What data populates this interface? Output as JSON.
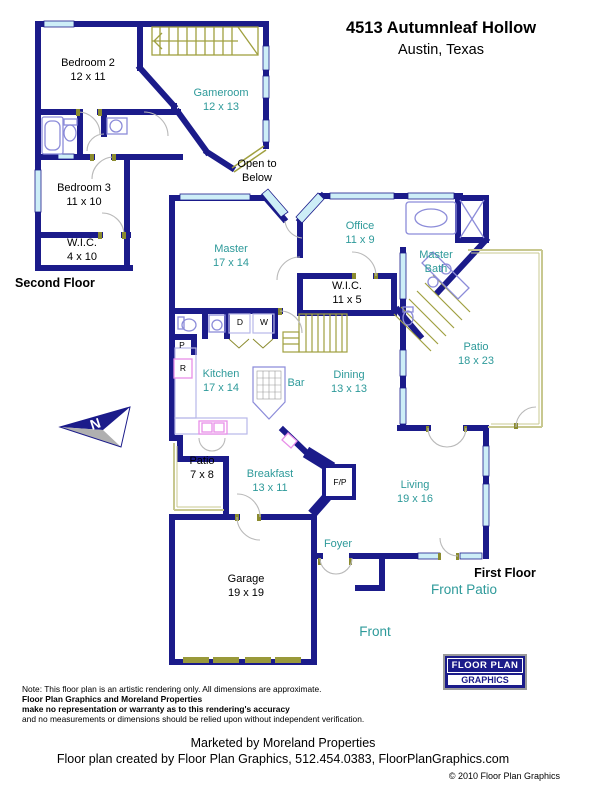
{
  "header": {
    "address": "4513 Autumnleaf Hollow",
    "city": "Austin, Texas"
  },
  "second_floor": {
    "floor_label": "Second Floor",
    "rooms": {
      "bedroom2": {
        "name": "Bedroom 2",
        "dims": "12 x 11"
      },
      "gameroom": {
        "name": "Gameroom",
        "dims": "12 x 13"
      },
      "bedroom3": {
        "name": "Bedroom 3",
        "dims": "11 x 10"
      },
      "wic": {
        "name": "W.I.C.",
        "dims": "4 x 10"
      }
    },
    "open_to_below": {
      "line1": "Open to",
      "line2": "Below"
    }
  },
  "first_floor": {
    "floor_label": "First Floor",
    "rooms": {
      "master": {
        "name": "Master",
        "dims": "17 x 14"
      },
      "office": {
        "name": "Office",
        "dims": "11 x 9"
      },
      "master_bath": {
        "line1": "Master",
        "line2": "Bath"
      },
      "wic": {
        "name": "W.I.C.",
        "dims": "11 x 5"
      },
      "patio_back": {
        "name": "Patio",
        "dims": "18 x 23"
      },
      "kitchen": {
        "name": "Kitchen",
        "dims": "17 x 14"
      },
      "bar": {
        "name": "Bar"
      },
      "dining": {
        "name": "Dining",
        "dims": "13 x 13"
      },
      "patio_side": {
        "name": "Patio",
        "dims": "7 x 8"
      },
      "breakfast": {
        "name": "Breakfast",
        "dims": "13 x 11"
      },
      "fireplace": {
        "abbr": "F/P"
      },
      "living": {
        "name": "Living",
        "dims": "19 x 16"
      },
      "foyer": {
        "name": "Foyer"
      },
      "garage": {
        "name": "Garage",
        "dims": "19 x 19"
      }
    },
    "appliances": {
      "dryer": "D",
      "washer": "W",
      "pantry": "P",
      "refrigerator": "R"
    },
    "front_patio_label": "Front Patio",
    "front_label": "Front"
  },
  "north_arrow": {
    "letter": "N"
  },
  "logo": {
    "line1": "Floor Plan",
    "line2": "Graphics"
  },
  "disclaimer": {
    "line1": "Note: This floor plan is an artistic rendering only. All dimensions are approximate.",
    "line2": "Floor Plan Graphics and Moreland Properties",
    "line3": "make no representation or warranty as to this rendering's accuracy",
    "line4": "and no measurements or dimensions should be relied upon without independent verification."
  },
  "footer": {
    "marketed": "Marketed by Moreland Properties",
    "created": "Floor plan created by Floor Plan Graphics, 512.454.0383, FloorPlanGraphics.com",
    "copyright": "© 2010 Floor Plan Graphics"
  },
  "colors": {
    "wall": "#1b1b8a",
    "room_text": "#2e9a9a",
    "stairs": "#a0a040",
    "window": "#cdeef7",
    "fixture": "#8c8cd9",
    "appliance_pink": "#e88ee8",
    "patio_outline": "#c8c890"
  }
}
